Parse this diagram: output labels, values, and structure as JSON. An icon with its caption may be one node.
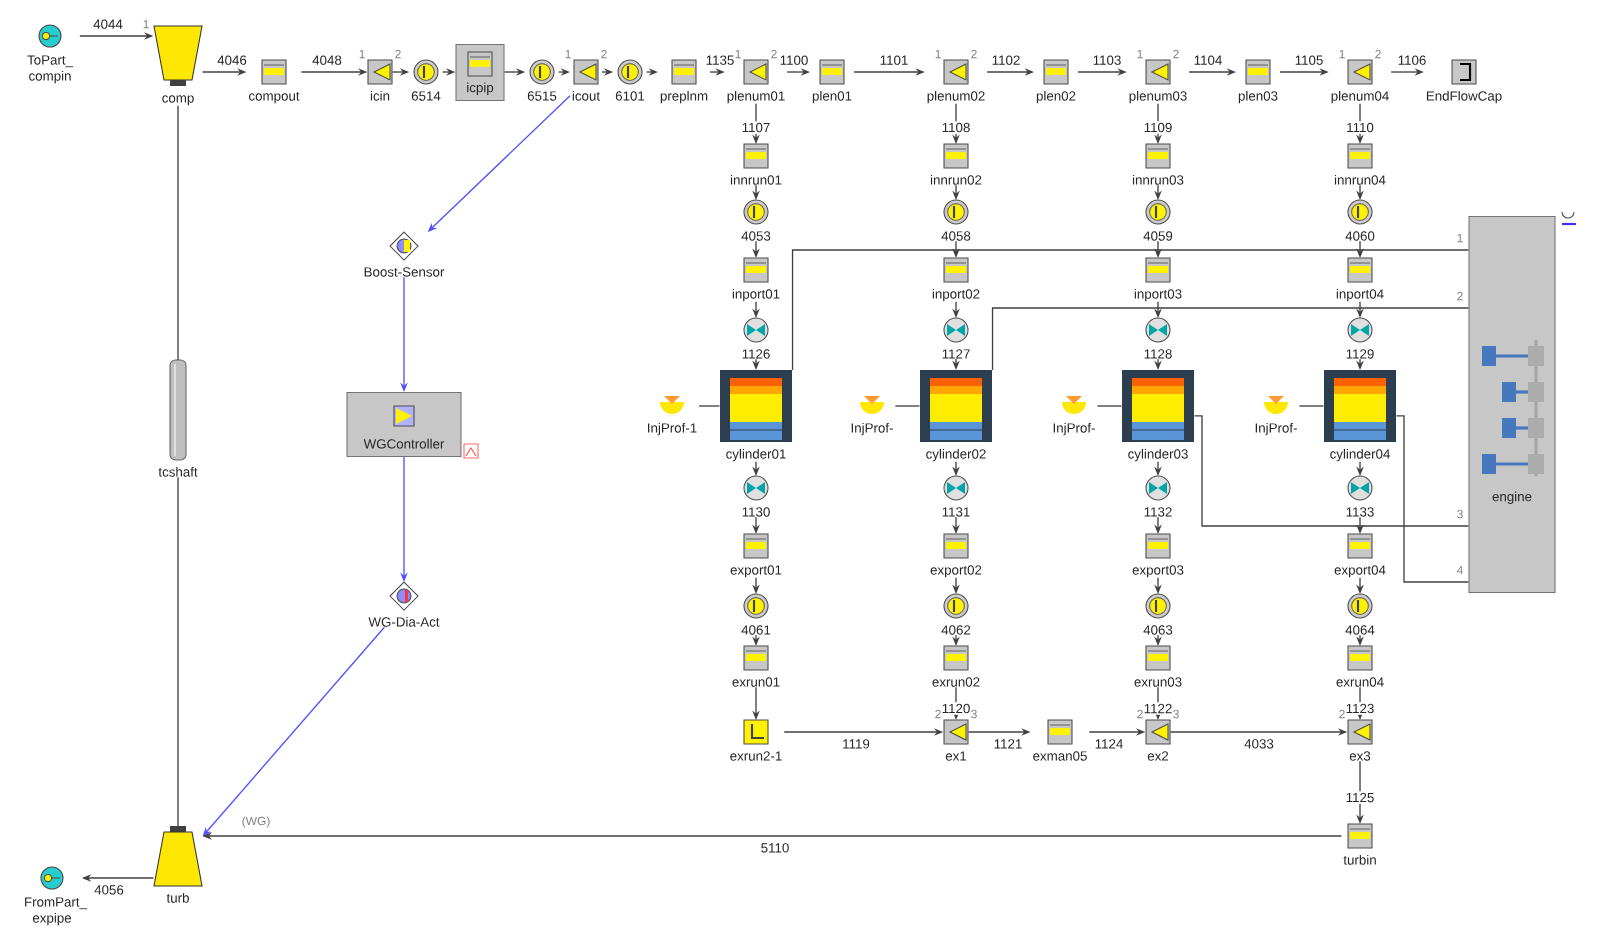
{
  "diagram": {
    "nodes": [
      {
        "text": [
          "ToPart_ compin"
        ]
      },
      {
        "text": [
          "comp"
        ]
      },
      {
        "text": [
          "compout"
        ]
      },
      {
        "text": [
          "icin"
        ]
      },
      {
        "text": [
          "6514"
        ]
      },
      {
        "text": [
          "icpip"
        ]
      },
      {
        "text": [
          "6515"
        ]
      },
      {
        "text": [
          "icout"
        ]
      },
      {
        "text": [
          "6101"
        ]
      },
      {
        "text": [
          "preplnm"
        ]
      },
      {
        "text": [
          "plenum01"
        ]
      },
      {
        "text": [
          "plen01"
        ]
      },
      {
        "text": [
          "plenum02"
        ]
      },
      {
        "text": [
          "plen02"
        ]
      },
      {
        "text": [
          "plenum03"
        ]
      },
      {
        "text": [
          "plen03"
        ]
      },
      {
        "text": [
          "plenum04"
        ]
      },
      {
        "text": [
          "EndFlowCap"
        ]
      },
      {
        "text": [
          "Boost-Sensor"
        ]
      },
      {
        "text": [
          "WGController"
        ]
      },
      {
        "text": [
          "WG-Dia-Act"
        ]
      },
      {
        "text": [
          "tcshaft"
        ]
      },
      {
        "text": [
          "engine"
        ]
      },
      {
        "text": [
          "innrun01"
        ]
      },
      {
        "text": [
          "4053"
        ]
      },
      {
        "text": [
          "inport01"
        ]
      },
      {
        "text": [
          "1126"
        ]
      },
      {
        "text": [
          "InjProf-1"
        ]
      },
      {
        "text": [
          "cylinder01"
        ]
      },
      {
        "text": [
          "1130"
        ]
      },
      {
        "text": [
          "export01"
        ]
      },
      {
        "text": [
          "4061"
        ]
      },
      {
        "text": [
          "exrun01"
        ]
      },
      {
        "text": [
          "innrun02"
        ]
      },
      {
        "text": [
          "4058"
        ]
      },
      {
        "text": [
          "inport02"
        ]
      },
      {
        "text": [
          "1127"
        ]
      },
      {
        "text": [
          "InjProf-"
        ]
      },
      {
        "text": [
          "cylinder02"
        ]
      },
      {
        "text": [
          "1131"
        ]
      },
      {
        "text": [
          "export02"
        ]
      },
      {
        "text": [
          "4062"
        ]
      },
      {
        "text": [
          "exrun02"
        ]
      },
      {
        "text": [
          "innrun03"
        ]
      },
      {
        "text": [
          "4059"
        ]
      },
      {
        "text": [
          "inport03"
        ]
      },
      {
        "text": [
          "1128"
        ]
      },
      {
        "text": [
          "InjProf-"
        ]
      },
      {
        "text": [
          "cylinder03"
        ]
      },
      {
        "text": [
          "1132"
        ]
      },
      {
        "text": [
          "export03"
        ]
      },
      {
        "text": [
          "4063"
        ]
      },
      {
        "text": [
          "exrun03"
        ]
      },
      {
        "text": [
          "innrun04"
        ]
      },
      {
        "text": [
          "4060"
        ]
      },
      {
        "text": [
          "inport04"
        ]
      },
      {
        "text": [
          "1129"
        ]
      },
      {
        "text": [
          "InjProf-"
        ]
      },
      {
        "text": [
          "cylinder04"
        ]
      },
      {
        "text": [
          "1133"
        ]
      },
      {
        "text": [
          "export04"
        ]
      },
      {
        "text": [
          "4064"
        ]
      },
      {
        "text": [
          "exrun04"
        ]
      },
      {
        "text": [
          "exrun2-1"
        ]
      },
      {
        "text": [
          "ex1"
        ]
      },
      {
        "text": [
          "exman05"
        ]
      },
      {
        "text": [
          "ex2"
        ]
      },
      {
        "text": [
          "ex3"
        ]
      },
      {
        "text": [
          "turbin"
        ]
      },
      {
        "text": [
          "turb"
        ]
      },
      {
        "text": [
          "FromPart_ expipe"
        ]
      }
    ],
    "edges": [
      {
        "from": 0,
        "to": 1,
        "arrow": "to",
        "label": "4044"
      },
      {
        "from": 1,
        "to": 2,
        "arrow": "to",
        "label": "4046"
      },
      {
        "from": 2,
        "to": 3,
        "arrow": "to",
        "label": "4048"
      },
      {
        "from": 3,
        "to": 4,
        "arrow": "to"
      },
      {
        "from": 4,
        "to": 5,
        "arrow": "to"
      },
      {
        "from": 5,
        "to": 6,
        "arrow": "to"
      },
      {
        "from": 6,
        "to": 7,
        "arrow": "to"
      },
      {
        "from": 7,
        "to": 8,
        "arrow": "to"
      },
      {
        "from": 8,
        "to": 9,
        "arrow": "to"
      },
      {
        "from": 9,
        "to": 10,
        "arrow": "to",
        "label": "1135"
      },
      {
        "from": 10,
        "to": 11,
        "arrow": "to",
        "label": "1100"
      },
      {
        "from": 11,
        "to": 12,
        "arrow": "to",
        "label": "1101"
      },
      {
        "from": 12,
        "to": 13,
        "arrow": "to",
        "label": "1102"
      },
      {
        "from": 13,
        "to": 14,
        "arrow": "to",
        "label": "1103"
      },
      {
        "from": 14,
        "to": 15,
        "arrow": "to",
        "label": "1104"
      },
      {
        "from": 15,
        "to": 16,
        "arrow": "to",
        "label": "1105"
      },
      {
        "from": 16,
        "to": 17,
        "arrow": "to",
        "label": "1106"
      },
      {
        "from": 7,
        "to": 18,
        "arrow": "to",
        "color": "#5050ff"
      },
      {
        "from": 18,
        "to": 19,
        "arrow": "to",
        "color": "#5050ff"
      },
      {
        "from": 19,
        "to": 20,
        "arrow": "to",
        "color": "#5050ff"
      },
      {
        "from": 20,
        "to": 69,
        "arrow": "to",
        "color": "#5050ff"
      },
      {
        "from": 1,
        "to": 21,
        "arrow": "none"
      },
      {
        "from": 21,
        "to": 69,
        "arrow": "none"
      },
      {
        "from": 10,
        "to": 23,
        "arrow": "to",
        "label": "1107"
      },
      {
        "from": 23,
        "to": 24,
        "arrow": "to"
      },
      {
        "from": 24,
        "to": 25,
        "arrow": "to"
      },
      {
        "from": 25,
        "to": 26,
        "arrow": "to"
      },
      {
        "from": 26,
        "to": 28,
        "arrow": "to"
      },
      {
        "from": 27,
        "to": 28,
        "arrow": "none"
      },
      {
        "from": 28,
        "to": 29,
        "arrow": "to"
      },
      {
        "from": 29,
        "to": 30,
        "arrow": "to"
      },
      {
        "from": 30,
        "to": 31,
        "arrow": "to"
      },
      {
        "from": 31,
        "to": 32,
        "arrow": "to"
      },
      {
        "from": 32,
        "to": 63,
        "arrow": "to"
      },
      {
        "from": 28,
        "to": 22,
        "arrow": "none"
      },
      {
        "from": 12,
        "to": 33,
        "arrow": "to",
        "label": "1108"
      },
      {
        "from": 33,
        "to": 34,
        "arrow": "to"
      },
      {
        "from": 34,
        "to": 35,
        "arrow": "to"
      },
      {
        "from": 35,
        "to": 36,
        "arrow": "to"
      },
      {
        "from": 36,
        "to": 38,
        "arrow": "to"
      },
      {
        "from": 37,
        "to": 38,
        "arrow": "none"
      },
      {
        "from": 38,
        "to": 39,
        "arrow": "to"
      },
      {
        "from": 39,
        "to": 40,
        "arrow": "to"
      },
      {
        "from": 40,
        "to": 41,
        "arrow": "to"
      },
      {
        "from": 41,
        "to": 42,
        "arrow": "to"
      },
      {
        "from": 42,
        "to": 64,
        "arrow": "to",
        "label": "1120"
      },
      {
        "from": 38,
        "to": 22,
        "arrow": "none"
      },
      {
        "from": 14,
        "to": 43,
        "arrow": "to",
        "label": "1109"
      },
      {
        "from": 43,
        "to": 44,
        "arrow": "to"
      },
      {
        "from": 44,
        "to": 45,
        "arrow": "to"
      },
      {
        "from": 45,
        "to": 46,
        "arrow": "to"
      },
      {
        "from": 46,
        "to": 48,
        "arrow": "to"
      },
      {
        "from": 47,
        "to": 48,
        "arrow": "none"
      },
      {
        "from": 48,
        "to": 49,
        "arrow": "to"
      },
      {
        "from": 49,
        "to": 50,
        "arrow": "to"
      },
      {
        "from": 50,
        "to": 51,
        "arrow": "to"
      },
      {
        "from": 51,
        "to": 52,
        "arrow": "to"
      },
      {
        "from": 52,
        "to": 66,
        "arrow": "to",
        "label": "1122"
      },
      {
        "from": 48,
        "to": 22,
        "arrow": "none"
      },
      {
        "from": 16,
        "to": 53,
        "arrow": "to",
        "label": "1110"
      },
      {
        "from": 53,
        "to": 54,
        "arrow": "to"
      },
      {
        "from": 54,
        "to": 55,
        "arrow": "to"
      },
      {
        "from": 55,
        "to": 56,
        "arrow": "to"
      },
      {
        "from": 56,
        "to": 58,
        "arrow": "to"
      },
      {
        "from": 57,
        "to": 58,
        "arrow": "none"
      },
      {
        "from": 58,
        "to": 59,
        "arrow": "to"
      },
      {
        "from": 59,
        "to": 60,
        "arrow": "to"
      },
      {
        "from": 60,
        "to": 61,
        "arrow": "to"
      },
      {
        "from": 61,
        "to": 62,
        "arrow": "to"
      },
      {
        "from": 62,
        "to": 67,
        "arrow": "to",
        "label": "1123"
      },
      {
        "from": 58,
        "to": 22,
        "arrow": "none"
      },
      {
        "from": 63,
        "to": 64,
        "arrow": "to",
        "label": "1119"
      },
      {
        "from": 64,
        "to": 65,
        "arrow": "to",
        "label": "1121"
      },
      {
        "from": 65,
        "to": 66,
        "arrow": "to",
        "label": "1124"
      },
      {
        "from": 66,
        "to": 67,
        "arrow": "to",
        "label": "4033"
      },
      {
        "from": 67,
        "to": 68,
        "arrow": "to",
        "label": "1125"
      },
      {
        "from": 68,
        "to": 69,
        "arrow": "to",
        "label": "5110"
      },
      {
        "from": 69,
        "to": 70,
        "arrow": "to",
        "label": "4056"
      }
    ],
    "labels": [
      "1",
      "1",
      "2",
      "1",
      "2",
      "1",
      "2",
      "1",
      "2",
      "1",
      "2",
      "1",
      "2",
      "1",
      "2",
      "3",
      "4",
      "(WG)",
      "2",
      "3",
      "2",
      "3",
      "2"
    ]
  }
}
